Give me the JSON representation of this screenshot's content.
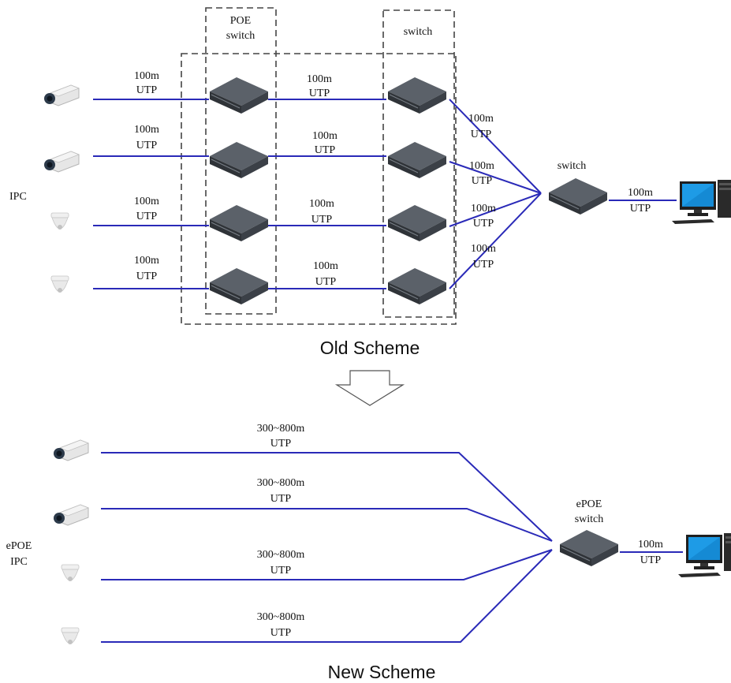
{
  "colors": {
    "cable": "#2a2ab8",
    "dashed_box": "#444444",
    "device_top": "#5a6068",
    "device_side": "#2f3338",
    "monitor_screen": "#1e9be6",
    "text": "#111111"
  },
  "old_scheme": {
    "caption": "Old Scheme",
    "ipc_label": "IPC",
    "poe_box_label": [
      "POE",
      "switch"
    ],
    "switch_box_label": "switch",
    "core_switch_label": "switch",
    "cam_to_poe_labels": [
      [
        "100m",
        "UTP"
      ],
      [
        "100m",
        "UTP"
      ],
      [
        "100m",
        "UTP"
      ],
      [
        "100m",
        "UTP"
      ]
    ],
    "poe_to_switch_labels": [
      [
        "100m",
        "UTP"
      ],
      [
        "100m",
        "UTP"
      ],
      [
        "100m",
        "UTP"
      ],
      [
        "100m",
        "UTP"
      ]
    ],
    "switch_to_core_labels": [
      [
        "100m",
        "UTP"
      ],
      [
        "100m",
        "UTP"
      ],
      [
        "100m",
        "UTP"
      ],
      [
        "100m",
        "UTP"
      ]
    ],
    "core_to_pc_label": [
      "100m",
      "UTP"
    ],
    "cameras": [
      "bullet-camera",
      "bullet-camera",
      "dome-camera",
      "dome-camera"
    ]
  },
  "new_scheme": {
    "caption": "New Scheme",
    "ipc_label": [
      "ePOE",
      "IPC"
    ],
    "switch_label": [
      "ePOE",
      "switch"
    ],
    "cable_labels": [
      [
        "300~800m",
        "UTP"
      ],
      [
        "300~800m",
        "UTP"
      ],
      [
        "300~800m",
        "UTP"
      ],
      [
        "300~800m",
        "UTP"
      ]
    ],
    "switch_to_pc_label": [
      "100m",
      "UTP"
    ],
    "cameras": [
      "bullet-camera",
      "bullet-camera",
      "dome-camera",
      "dome-camera"
    ]
  },
  "arrow_icon": "down-arrow-icon"
}
